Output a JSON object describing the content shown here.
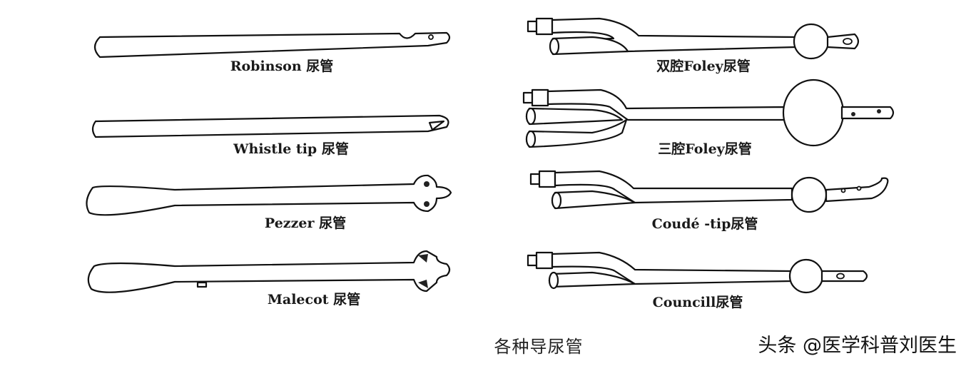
{
  "catheters": [
    {
      "id": "robinson",
      "label": "Robinson 尿管"
    },
    {
      "id": "whistle-tip",
      "label": "Whistle tip 尿管"
    },
    {
      "id": "pezzer",
      "label": "Pezzer 尿管"
    },
    {
      "id": "malecot",
      "label": "Malecot 尿管"
    },
    {
      "id": "two-way-foley",
      "label": "双腔Foley尿管"
    },
    {
      "id": "three-way-foley",
      "label": "三腔Foley尿管"
    },
    {
      "id": "coude-tip",
      "label": "Coudé -tip尿管"
    },
    {
      "id": "councill",
      "label": "Councill尿管"
    }
  ],
  "caption": "各种导尿管",
  "watermark": "头条 @医学科普刘医生"
}
